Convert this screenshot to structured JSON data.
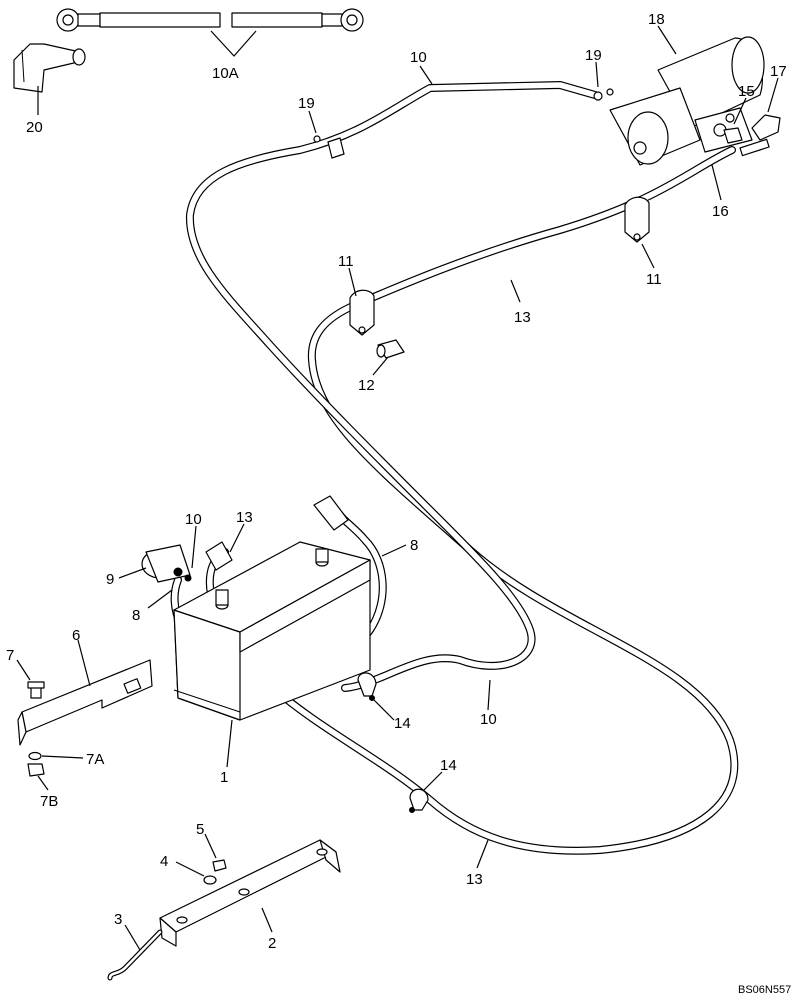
{
  "callouts": [
    {
      "id": "c-10A",
      "text": "10A"
    },
    {
      "id": "c-20",
      "text": "20"
    },
    {
      "id": "c-10-top",
      "text": "10"
    },
    {
      "id": "c-19-left",
      "text": "19"
    },
    {
      "id": "c-19-right",
      "text": "19"
    },
    {
      "id": "c-18",
      "text": "18"
    },
    {
      "id": "c-15",
      "text": "15"
    },
    {
      "id": "c-17",
      "text": "17"
    },
    {
      "id": "c-16",
      "text": "16"
    },
    {
      "id": "c-11-left",
      "text": "11"
    },
    {
      "id": "c-11-right",
      "text": "11"
    },
    {
      "id": "c-13-top",
      "text": "13"
    },
    {
      "id": "c-12",
      "text": "12"
    },
    {
      "id": "c-10-mid",
      "text": "10"
    },
    {
      "id": "c-13-mid",
      "text": "13"
    },
    {
      "id": "c-9",
      "text": "9"
    },
    {
      "id": "c-8-left",
      "text": "8"
    },
    {
      "id": "c-8-right",
      "text": "8"
    },
    {
      "id": "c-6",
      "text": "6"
    },
    {
      "id": "c-7",
      "text": "7"
    },
    {
      "id": "c-7A",
      "text": "7A"
    },
    {
      "id": "c-7B",
      "text": "7B"
    },
    {
      "id": "c-1",
      "text": "1"
    },
    {
      "id": "c-14-right",
      "text": "14"
    },
    {
      "id": "c-10-low",
      "text": "10"
    },
    {
      "id": "c-14-low",
      "text": "14"
    },
    {
      "id": "c-13-low",
      "text": "13"
    },
    {
      "id": "c-5",
      "text": "5"
    },
    {
      "id": "c-4",
      "text": "4"
    },
    {
      "id": "c-3",
      "text": "3"
    },
    {
      "id": "c-2",
      "text": "2"
    }
  ],
  "drawing_code": "BS06N557"
}
